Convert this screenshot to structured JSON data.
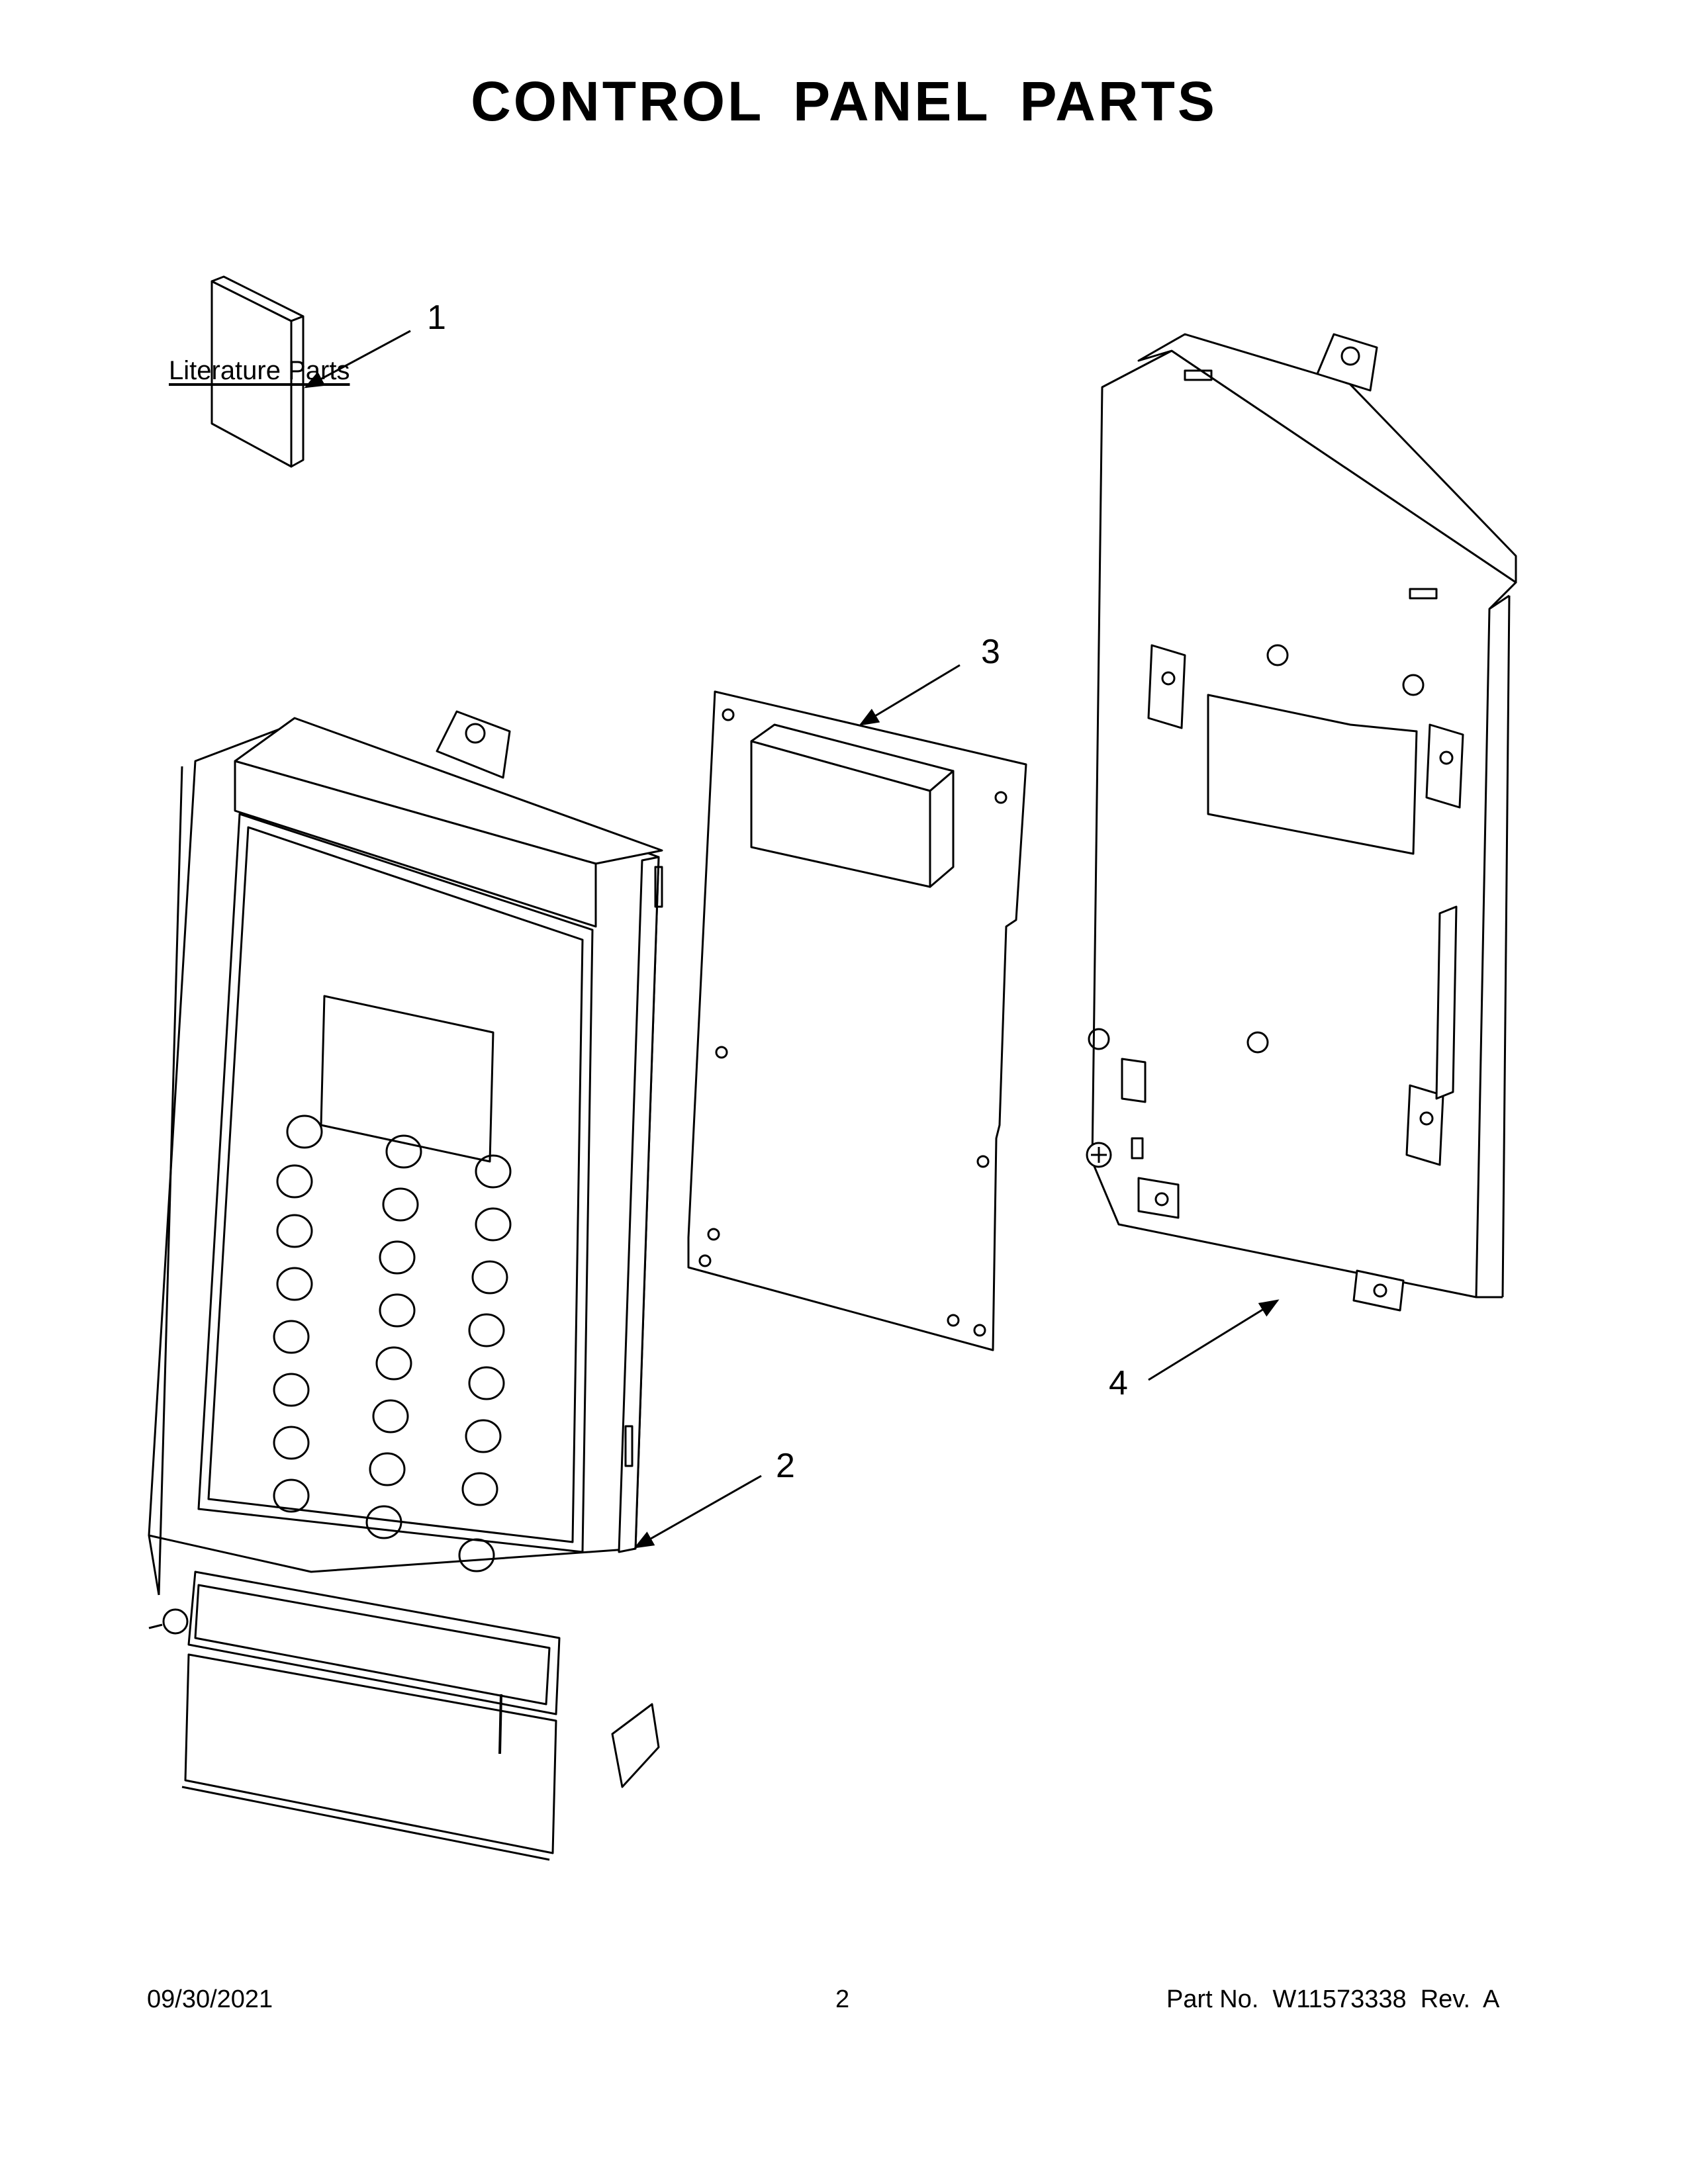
{
  "title": "CONTROL PANEL PARTS",
  "literature_label": "Literature Parts",
  "callouts": [
    {
      "label": "1"
    },
    {
      "label": "2"
    },
    {
      "label": "3"
    },
    {
      "label": "4"
    }
  ],
  "footer": {
    "date": "09/30/2021",
    "page": "2",
    "part_no": "Part No.  W11573338  Rev.  A"
  }
}
